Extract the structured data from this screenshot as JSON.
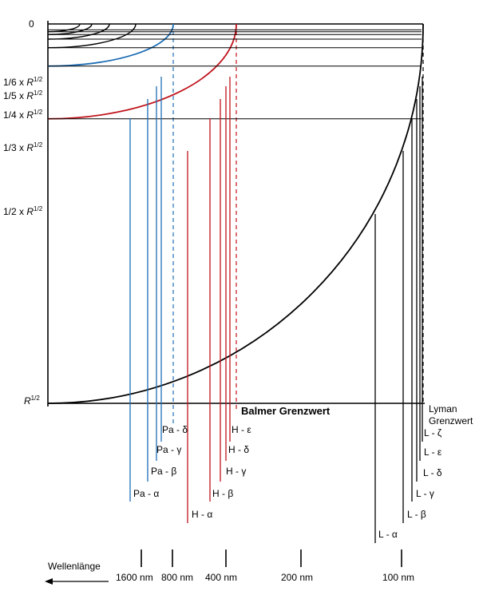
{
  "colors": {
    "lyman": "#000000",
    "balmer": "#c0141c",
    "paschen": "#1f6eb5",
    "axis": "#000000"
  },
  "y_axis": {
    "zero": "0",
    "levels": [
      {
        "frac": "1/6",
        "mid": " x ",
        "sym": "R",
        "sup": "1/2"
      },
      {
        "frac": "1/5",
        "mid": " x ",
        "sym": "R",
        "sup": "1/2"
      },
      {
        "frac": "1/4",
        "mid": " x ",
        "sym": "R",
        "sup": "1/2"
      },
      {
        "frac": "1/3",
        "mid": " x ",
        "sym": "R",
        "sup": "1/2"
      },
      {
        "frac": "1/2",
        "mid": " x ",
        "sym": "R",
        "sup": "1/2"
      }
    ],
    "base": {
      "sym": "R",
      "sup": "1/2"
    }
  },
  "series": {
    "lyman": {
      "lines": [
        "L - α",
        "L - β",
        "L - γ",
        "L - δ",
        "L - ε",
        "L - ζ"
      ],
      "limit_line1": "Lyman",
      "limit_line2": "Grenzwert"
    },
    "balmer": {
      "lines": [
        "H - α",
        "H - β",
        "H - γ",
        "H - δ",
        "H - ε"
      ],
      "limit": "Balmer Grenzwert"
    },
    "paschen": {
      "lines": [
        "Pa - α",
        "Pa - β",
        "Pa - γ",
        "Pa - δ"
      ]
    }
  },
  "wavelength_axis": {
    "label": "Wellenlänge",
    "ticks": [
      "1600 nm",
      "800 nm",
      "400 nm",
      "200 nm",
      "100 nm"
    ]
  }
}
